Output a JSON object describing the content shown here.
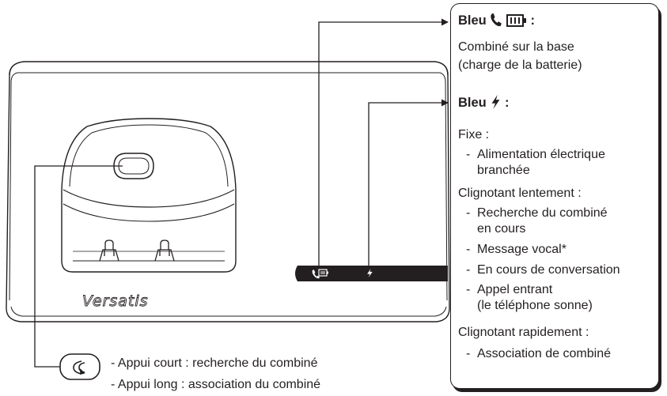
{
  "brand": "Versatis",
  "callouts": {
    "blue_charge": {
      "heading": "Bleu",
      "heading_suffix": ":",
      "icons": [
        "phone-handset-icon",
        "battery-icon"
      ],
      "lines": [
        "Combiné sur la base",
        "(charge de la batterie)"
      ]
    },
    "blue_power": {
      "heading": "Bleu",
      "heading_suffix": ":",
      "icons": [
        "lightning-icon"
      ],
      "groups": [
        {
          "label": "Fixe :",
          "items": [
            [
              "Alimentation électrique",
              "branchée"
            ]
          ]
        },
        {
          "label": "Clignotant lentement :",
          "items": [
            [
              "Recherche du combiné",
              "en cours"
            ],
            [
              "Message vocal*"
            ],
            [
              "En cours de conversation"
            ],
            [
              "Appel entrant",
              "(le téléphone sonne)"
            ]
          ]
        },
        {
          "label": "Clignotant rapidement :",
          "items": [
            [
              "Association de combiné"
            ]
          ]
        }
      ]
    }
  },
  "page_button": {
    "icon": "paging-icon",
    "notes": [
      "- Appui court : recherche du combiné",
      "- Appui long : association du combiné"
    ]
  },
  "colors": {
    "ink": "#231f20",
    "background": "#ffffff"
  }
}
